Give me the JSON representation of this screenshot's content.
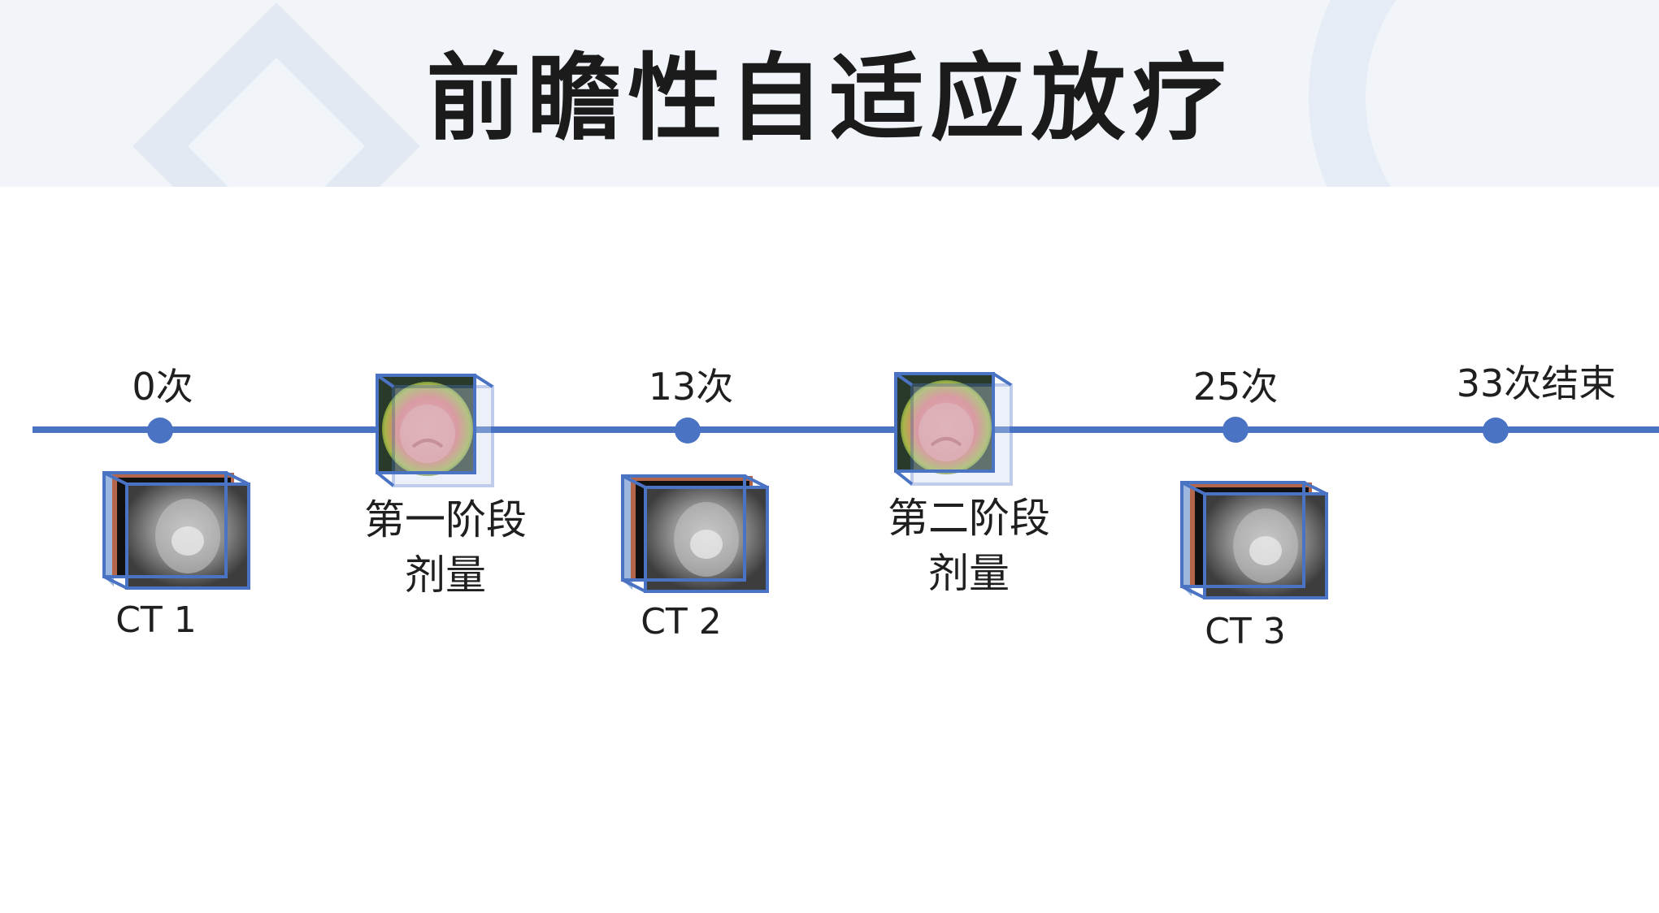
{
  "title": "前瞻性自适应放疗",
  "timeline": {
    "ticks": [
      {
        "label": "0次"
      },
      {
        "label": "13次"
      },
      {
        "label": "25次"
      },
      {
        "label": "33次结束"
      }
    ],
    "ct_scans": [
      {
        "label": "CT 1"
      },
      {
        "label": "CT 2"
      },
      {
        "label": "CT 3"
      }
    ],
    "dose_stages": [
      {
        "line1": "第一阶段",
        "line2": "剂量"
      },
      {
        "line1": "第二阶段",
        "line2": "剂量"
      }
    ]
  },
  "colors": {
    "line": "#4a73c4",
    "dot": "#4a73c4",
    "title_band": "#f1f4f9",
    "text": "#1f1f1f"
  }
}
